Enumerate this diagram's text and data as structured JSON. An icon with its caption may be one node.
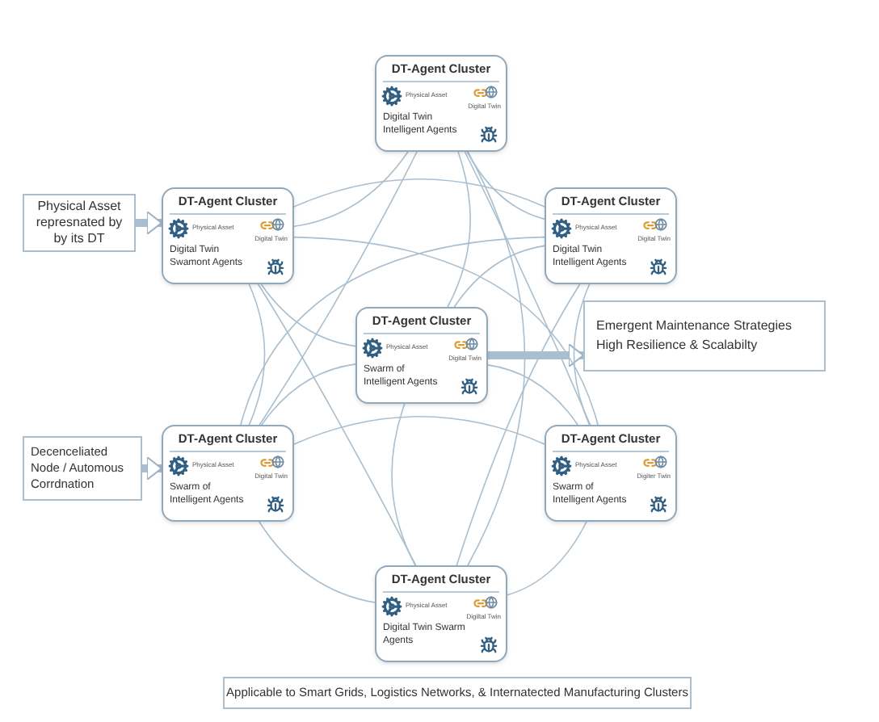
{
  "diagram": {
    "nodes": [
      {
        "text": [
          "DT-Agent Cluster",
          "Physical Asset",
          "Digital Twin",
          "Digital Twin Intelligent Agents"
        ]
      },
      {
        "text": [
          "DT-Agent Cluster",
          "Physical Asset",
          "Digital Twin",
          "Digital Twin Swamont Agents"
        ]
      },
      {
        "text": [
          "DT-Agent Cluster",
          "Physical Asset",
          "Digital Twin",
          "Digital Twin Intelligent Agents"
        ]
      },
      {
        "text": [
          "DT-Agent Cluster",
          "Physical Asset",
          "Digital Twin",
          "Swarm of Intelligent Agents"
        ]
      },
      {
        "text": [
          "DT-Agent Cluster",
          "Physical Asset",
          "Digital Twin",
          "Swarm of Intelligent Agents"
        ]
      },
      {
        "text": [
          "DT-Agent Cluster",
          "Physical Asset",
          "Digiter Twin",
          "Swarm of Intelligent Agents"
        ]
      },
      {
        "text": [
          "DT-Agent Cluster",
          "Physical Asset",
          "Digiltal Twin",
          "Digital Twin Swarm Agents"
        ]
      },
      {
        "text": [
          "Physical Asset represnated by by its DT"
        ]
      },
      {
        "text": [
          "Decenceliated Node / Automous Corrdnation"
        ]
      },
      {
        "text": [
          "Emergent Maintenance Strategies",
          "High Resilience & Scalabilty"
        ]
      },
      {
        "text": [
          "Applicable to Smart Grids, Logistics Networks, & Internatected Manufacturing Clusters"
        ]
      }
    ],
    "edges": [
      {
        "from": 7,
        "to": 1,
        "arrow": "to",
        "style": "thick"
      },
      {
        "from": 8,
        "to": 4,
        "arrow": "to",
        "style": "thick"
      },
      {
        "from": 3,
        "to": 9,
        "arrow": "to",
        "style": "thick"
      },
      {
        "from": 0,
        "to": 1,
        "arrow": "none"
      },
      {
        "from": 0,
        "to": 2,
        "arrow": "none"
      },
      {
        "from": 0,
        "to": 3,
        "arrow": "none"
      },
      {
        "from": 0,
        "to": 4,
        "arrow": "none"
      },
      {
        "from": 0,
        "to": 5,
        "arrow": "none"
      },
      {
        "from": 0,
        "to": 6,
        "arrow": "none"
      },
      {
        "from": 1,
        "to": 2,
        "arrow": "none"
      },
      {
        "from": 1,
        "to": 3,
        "arrow": "none"
      },
      {
        "from": 1,
        "to": 4,
        "arrow": "none"
      },
      {
        "from": 1,
        "to": 5,
        "arrow": "none"
      },
      {
        "from": 1,
        "to": 6,
        "arrow": "none"
      },
      {
        "from": 2,
        "to": 3,
        "arrow": "none"
      },
      {
        "from": 2,
        "to": 4,
        "arrow": "none"
      },
      {
        "from": 2,
        "to": 5,
        "arrow": "none"
      },
      {
        "from": 2,
        "to": 6,
        "arrow": "none"
      },
      {
        "from": 3,
        "to": 4,
        "arrow": "none"
      },
      {
        "from": 3,
        "to": 5,
        "arrow": "none"
      },
      {
        "from": 3,
        "to": 6,
        "arrow": "none"
      },
      {
        "from": 4,
        "to": 5,
        "arrow": "none"
      },
      {
        "from": 4,
        "to": 6,
        "arrow": "none"
      },
      {
        "from": 5,
        "to": 6,
        "arrow": "none"
      }
    ]
  }
}
